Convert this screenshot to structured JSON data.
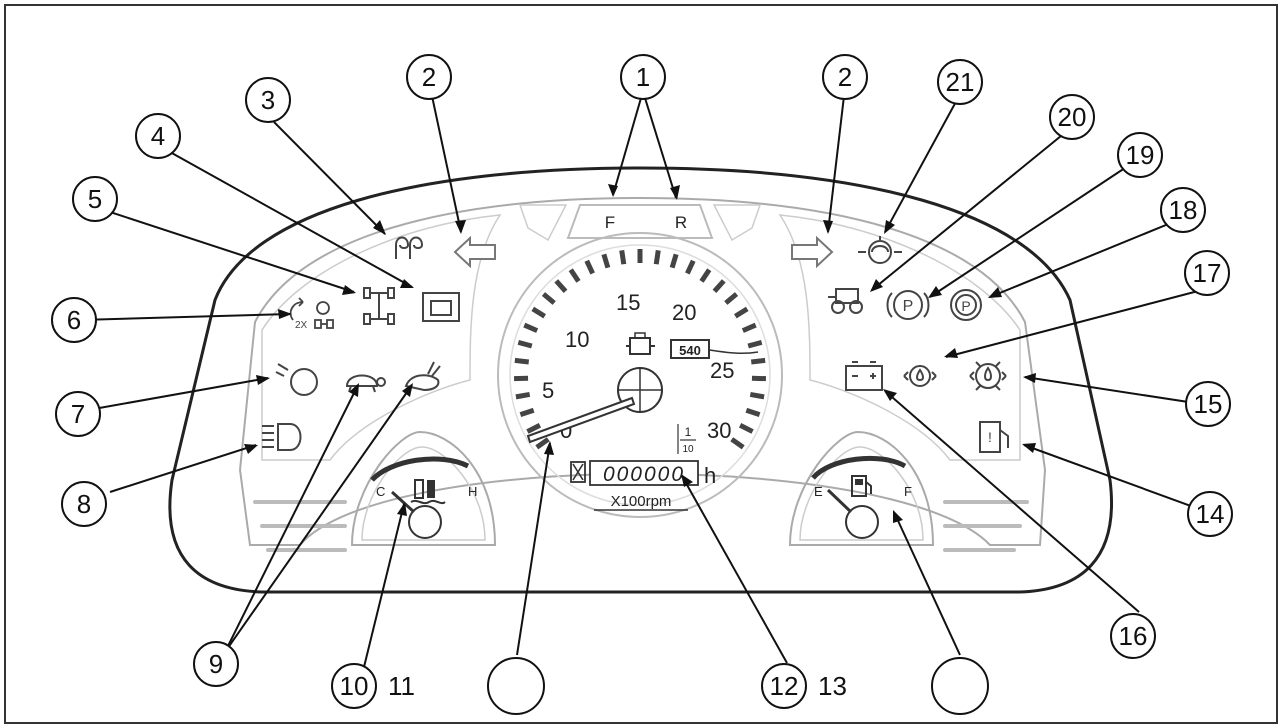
{
  "scale": {
    "labels": [
      "0",
      "5",
      "10",
      "15",
      "20",
      "25",
      "30"
    ],
    "unit": "X100rpm",
    "pto_label": "540",
    "ratio_num": "1",
    "ratio_den": "10",
    "hour_digits": "000000",
    "hour_unit": "h"
  },
  "direction": {
    "forward": "F",
    "reverse": "R"
  },
  "temp_gauge": {
    "cold": "C",
    "hot": "H"
  },
  "fuel_gauge": {
    "empty": "E",
    "full": "F"
  },
  "callouts": {
    "c1": "1",
    "c2a": "2",
    "c2b": "2",
    "c3": "3",
    "c4": "4",
    "c5": "5",
    "c6": "6",
    "c7": "7",
    "c8": "8",
    "c9": "9",
    "c10": "10",
    "t11": "11",
    "c12": "12",
    "t13": "13",
    "c14": "14",
    "c15": "15",
    "c16": "16",
    "c17": "17",
    "c18": "18",
    "c19": "19",
    "c20": "20",
    "c21": "21",
    "blank_a": "",
    "blank_b": "",
    "blank_c": ""
  },
  "icons": [
    "glow-plug-icon",
    "turn-left-icon",
    "turn-right-icon",
    "engine-warning-icon",
    "four-wheel-drive-icon",
    "front-wheel-drive-icon",
    "pto-icon",
    "tortoise-icon",
    "hare-icon",
    "headlight-icon",
    "battery-icon",
    "engine-oil-pressure-icon",
    "transmission-oil-icon",
    "fuel-filter-icon",
    "parking-brake-icon",
    "brake-warning-icon",
    "trailer-brake-icon",
    "hydraulic-filter-icon",
    "coolant-temp-icon",
    "fuel-pump-icon"
  ]
}
